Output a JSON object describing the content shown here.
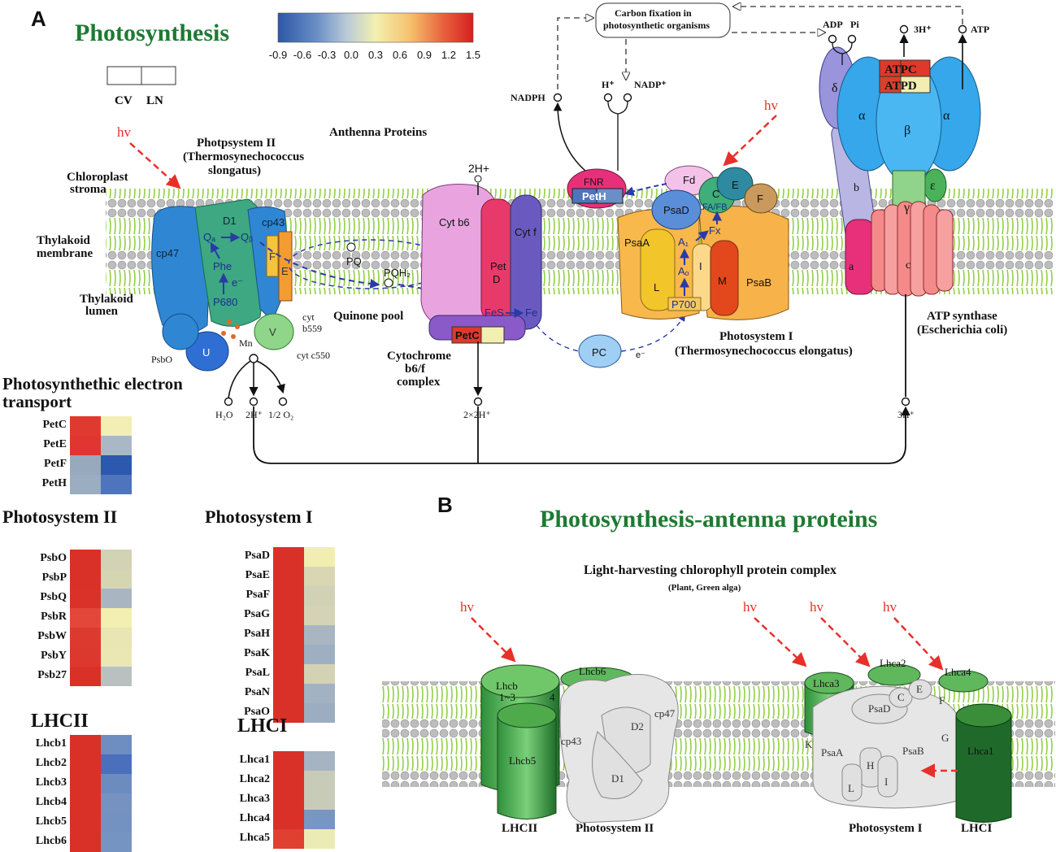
{
  "panel_a": {
    "label": "A",
    "title": "Photosynthesis",
    "colorbar": {
      "ticks": [
        "-0.9",
        "-0.6",
        "-0.3",
        "0.0",
        "0.3",
        "0.6",
        "0.9",
        "1.2",
        "1.5"
      ],
      "colors": [
        "#2b57a8",
        "#6a8fc6",
        "#b8c9d8",
        "#f3f0b0",
        "#f6c06c",
        "#e8603c",
        "#d62020"
      ]
    },
    "condition_key": {
      "cv": "CV",
      "ln": "LN"
    },
    "labels": {
      "hv": "hv",
      "chloroplast_stroma": "Chloroplast\nstroma",
      "thylakoid_membrane": "Thylakoid\nmembrane",
      "thylakoid_lumen": "Thylakoid\nlumen",
      "photosystem_ii": "Photpsystem II\n(Thermosynechococcus\nslongatus)",
      "antenna_proteins": "Anthenna Proteins",
      "quinone_pool": "Quinone pool",
      "cytochrome": "Cytochrome\nb6/f\ncomplex",
      "photosystem_i": "Photosystem I\n(Thermosynechococcus elongatus)",
      "atp_synthase": "ATP synthase\n(Escherichia coli)",
      "carbon_fixation": "Carbon fixation in\nphotosynthetic organisms",
      "nadph": "NADPH",
      "h_plus": "H⁺",
      "nadp": "NADP⁺",
      "adp": "ADP",
      "pi": "Pi",
      "three_h": "3H⁺",
      "atp": "ATP",
      "two_h_plus": "2H+",
      "h2o": "H₂O",
      "two_h": "2H⁺",
      "half_o2": "1/2 O₂",
      "two_x_two_h": "2×2H⁺",
      "three_h_bottom": "3H⁺",
      "cp47": "cp47",
      "d1": "D1",
      "cp43": "cp43",
      "qa": "Qₐ",
      "qb": "Qᵦ",
      "phe": "Phe",
      "e_minus": "e⁻",
      "p680": "P680",
      "f": "F",
      "e": "E",
      "cyt_b559": "cyt\nb559",
      "v": "V",
      "cyt_c550": "cyt c550",
      "u": "U",
      "psbo": "PsbO",
      "mn": "Mn",
      "pq": "PQ",
      "pqh2": "PQH₂",
      "cyt_b6": "Cyt b6",
      "pet_d": "Pet\nD",
      "cyt_f": "Cyt f",
      "fes": "FeS",
      "fe": "Fe",
      "petc": "PetC",
      "pc": "PC",
      "e_minus2": "e⁻",
      "fnr": "FNR",
      "peth": "PetH",
      "fd": "Fd",
      "psad": "PsaD",
      "c": "C",
      "e2": "E",
      "f2": "F",
      "fafb": "FA/FB",
      "psaa": "PsaA",
      "a1": "A₁",
      "fx": "Fx",
      "ao": "Aₒ",
      "l": "L",
      "i": "I",
      "m": "M",
      "psab": "PsaB",
      "p700": "P700",
      "delta": "δ",
      "alpha": "α",
      "beta": "β",
      "alpha2": "α",
      "epsilon": "ε",
      "gamma": "γ",
      "b": "b",
      "a": "a",
      "c_sub": "c",
      "atpc": "ATPC",
      "atpd": "ATPD"
    }
  },
  "heatmaps": {
    "pet": {
      "title": "Photosynthethic electron\ntransport",
      "rows": [
        {
          "label": "PetC",
          "cv": "#e03a30",
          "ln": "#f2eeb4"
        },
        {
          "label": "PetE",
          "cv": "#e03530",
          "ln": "#a9b8c4"
        },
        {
          "label": "PetF",
          "cv": "#97a9bd",
          "ln": "#2c58ad"
        },
        {
          "label": "PetH",
          "cv": "#9aadc1",
          "ln": "#4e74bb"
        }
      ]
    },
    "psii": {
      "title": "Photosystem II",
      "rows": [
        {
          "label": "PsbO",
          "cv": "#d93028",
          "ln": "#d2d2b4"
        },
        {
          "label": "PsbP",
          "cv": "#d93028",
          "ln": "#d6d5b2"
        },
        {
          "label": "PsbQ",
          "cv": "#da3129",
          "ln": "#a9b6c1"
        },
        {
          "label": "PsbR",
          "cv": "#e2473a",
          "ln": "#f3efb0"
        },
        {
          "label": "PsbW",
          "cv": "#dd3a2f",
          "ln": "#e9e6b4"
        },
        {
          "label": "PsbY",
          "cv": "#dc382e",
          "ln": "#ebe7b3"
        },
        {
          "label": "Psb27",
          "cv": "#d93028",
          "ln": "#b9c1c0"
        }
      ]
    },
    "psi": {
      "title": "Photosystem I",
      "rows": [
        {
          "label": "PsaD",
          "cv": "#d93028",
          "ln": "#f2eeb2"
        },
        {
          "label": "PsaE",
          "cv": "#d93028",
          "ln": "#d9d7b3"
        },
        {
          "label": "PsaF",
          "cv": "#d93028",
          "ln": "#d1d1b6"
        },
        {
          "label": "PsaG",
          "cv": "#d93028",
          "ln": "#d4d3b5"
        },
        {
          "label": "PsaH",
          "cv": "#d93028",
          "ln": "#a9b6c1"
        },
        {
          "label": "PsaK",
          "cv": "#d93028",
          "ln": "#9eafc2"
        },
        {
          "label": "PsaL",
          "cv": "#d93028",
          "ln": "#d3d2b5"
        },
        {
          "label": "PsaN",
          "cv": "#d93028",
          "ln": "#a3b2c2"
        },
        {
          "label": "PsaO",
          "cv": "#d93028",
          "ln": "#9cadc1"
        }
      ]
    },
    "lhcii": {
      "title": "LHCII",
      "rows": [
        {
          "label": "Lhcb1",
          "cv": "#d93028",
          "ln": "#6e8dc0"
        },
        {
          "label": "Lhcb2",
          "cv": "#d93028",
          "ln": "#4a6fbb"
        },
        {
          "label": "Lhcb3",
          "cv": "#d93028",
          "ln": "#6c8cc0"
        },
        {
          "label": "Lhcb4",
          "cv": "#d93028",
          "ln": "#7592c0"
        },
        {
          "label": "Lhcb5",
          "cv": "#d93028",
          "ln": "#7392c1"
        },
        {
          "label": "Lhcb6",
          "cv": "#d93028",
          "ln": "#7594c2"
        }
      ]
    },
    "lhci": {
      "title": "LHCI",
      "rows": [
        {
          "label": "Lhca1",
          "cv": "#d93028",
          "ln": "#a5b3c2"
        },
        {
          "label": "Lhca2",
          "cv": "#d93028",
          "ln": "#c9cbb9"
        },
        {
          "label": "Lhca3",
          "cv": "#d93028",
          "ln": "#c9cbb9"
        },
        {
          "label": "Lhca4",
          "cv": "#d93028",
          "ln": "#7896c4"
        },
        {
          "label": "Lhca5",
          "cv": "#e0402f",
          "ln": "#ecebb6"
        }
      ]
    }
  },
  "panel_b": {
    "label": "B",
    "title": "Photosynthesis-antenna proteins",
    "subtitle": "Light-harvesting chlorophyll protein complex",
    "subsubtitle": "(Plant, Green alga)",
    "hv": "hv",
    "labels": {
      "lhcb13": "Lhcb\n1~3",
      "four": "4",
      "lhcb6": "Lhcb6",
      "lhcb5": "Lhcb5",
      "cp43": "cp43",
      "d2": "D2",
      "cp47": "cp47",
      "d1": "D1",
      "lhca3": "Lhca3",
      "lhca2": "Lhca2",
      "lhca4": "Lhca4",
      "psad": "PsaD",
      "c": "C",
      "e": "E",
      "f": "F",
      "k": "K",
      "psaa": "PsaA",
      "h": "H",
      "psab": "PsaB",
      "g": "G",
      "l": "L",
      "i": "I",
      "lhca1": "Lhca1"
    },
    "bottom_labels": {
      "lhcii": "LHCII",
      "psii": "Photosystem II",
      "psi": "Photosystem I",
      "lhci": "LHCI"
    }
  }
}
